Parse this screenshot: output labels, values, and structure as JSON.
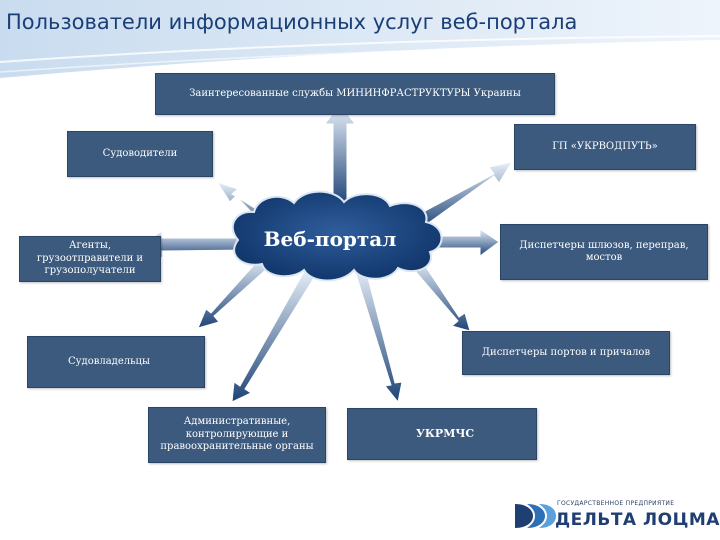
{
  "title": "Пользователи информационных услуг веб-портала",
  "center": {
    "label": "Веб-портал"
  },
  "nodes": [
    {
      "id": "ministry",
      "label": "Заинтересованные службы МИНИНФРАСТРУКТУРЫ Украины"
    },
    {
      "id": "ukrvodput",
      "label": "ГП «УКРВОДПУТЬ»"
    },
    {
      "id": "skippers",
      "label": "Судоводители"
    },
    {
      "id": "agents",
      "label": "Агенты, грузоотправители и грузополучатели"
    },
    {
      "id": "lock-dispatchers",
      "label": "Диспетчеры шлюзов, переправ, мостов"
    },
    {
      "id": "port-dispatchers",
      "label": "Диспетчеры портов и причалов"
    },
    {
      "id": "shipowners",
      "label": "Судовладельцы"
    },
    {
      "id": "authorities",
      "label": "Административные, контролирующие и правоохранительные органы"
    },
    {
      "id": "ukrmchs",
      "label": "УКРМЧС"
    }
  ],
  "logo": {
    "subtitle": "ГОСУДАРСТВЕННОЕ ПРЕДПРИЯТИЕ",
    "name": "ДЕЛЬТА ЛОЦМАН"
  },
  "colors": {
    "box_fill": "#3c5a7e",
    "cloud_fill": "#163f7a",
    "title_text": "#1a3f78",
    "header_band": "#dce9f6"
  }
}
